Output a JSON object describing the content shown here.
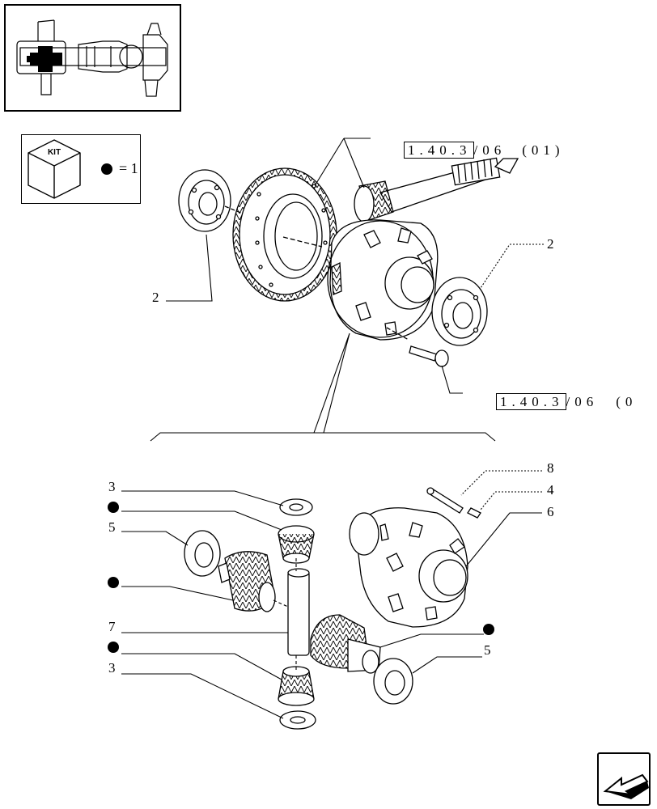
{
  "kit": {
    "badge": "KIT",
    "equals_text": "= 1"
  },
  "references": [
    {
      "code": "1.40.3",
      "suffix": "/06",
      "variant": "(01)"
    },
    {
      "code": "1.40.3",
      "suffix": "/06",
      "variant": "(0"
    }
  ],
  "callouts": {
    "bearing_left": "2",
    "bearing_right": "2",
    "washer_top": "3",
    "washer_bottom": "3",
    "thrust_left": "5",
    "thrust_right": "5",
    "pin_small": "4",
    "housing": "6",
    "shaft": "7",
    "pin_long": "8"
  },
  "kit_parts_marker": "●",
  "icons": [
    "axle-thumbnail-icon",
    "kit-cube-icon",
    "kit-dot-icon",
    "previous-page-arrow-icon"
  ]
}
